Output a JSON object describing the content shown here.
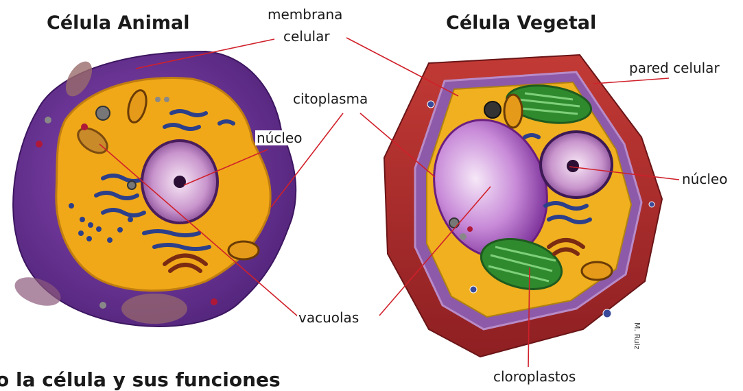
{
  "titles": {
    "animal": "Célula Animal",
    "plant": "Célula Vegetal"
  },
  "labels": {
    "cell_membrane_line1": "membrana",
    "cell_membrane_line2": "celular",
    "cytoplasm": "citoplasma",
    "nucleus_animal": "núcleo",
    "nucleus_plant": "núcleo",
    "cell_wall": "pared celular",
    "vacuoles": "vacuolas",
    "chloroplasts": "cloroplastos"
  },
  "footer_heading": "o la célula y sus funciones",
  "credit": "M. Ruiz",
  "colors": {
    "label_line": "#d0202a",
    "animal_membrane": "#6a2c8e",
    "animal_cytoplasm": "#f0a818",
    "plant_wall": "#a8262a",
    "plant_cytoplasm": "#f0b020",
    "vacuole": "#b070c8",
    "chloroplast": "#2f8a2e",
    "nucleus": "#9a5aa8"
  }
}
